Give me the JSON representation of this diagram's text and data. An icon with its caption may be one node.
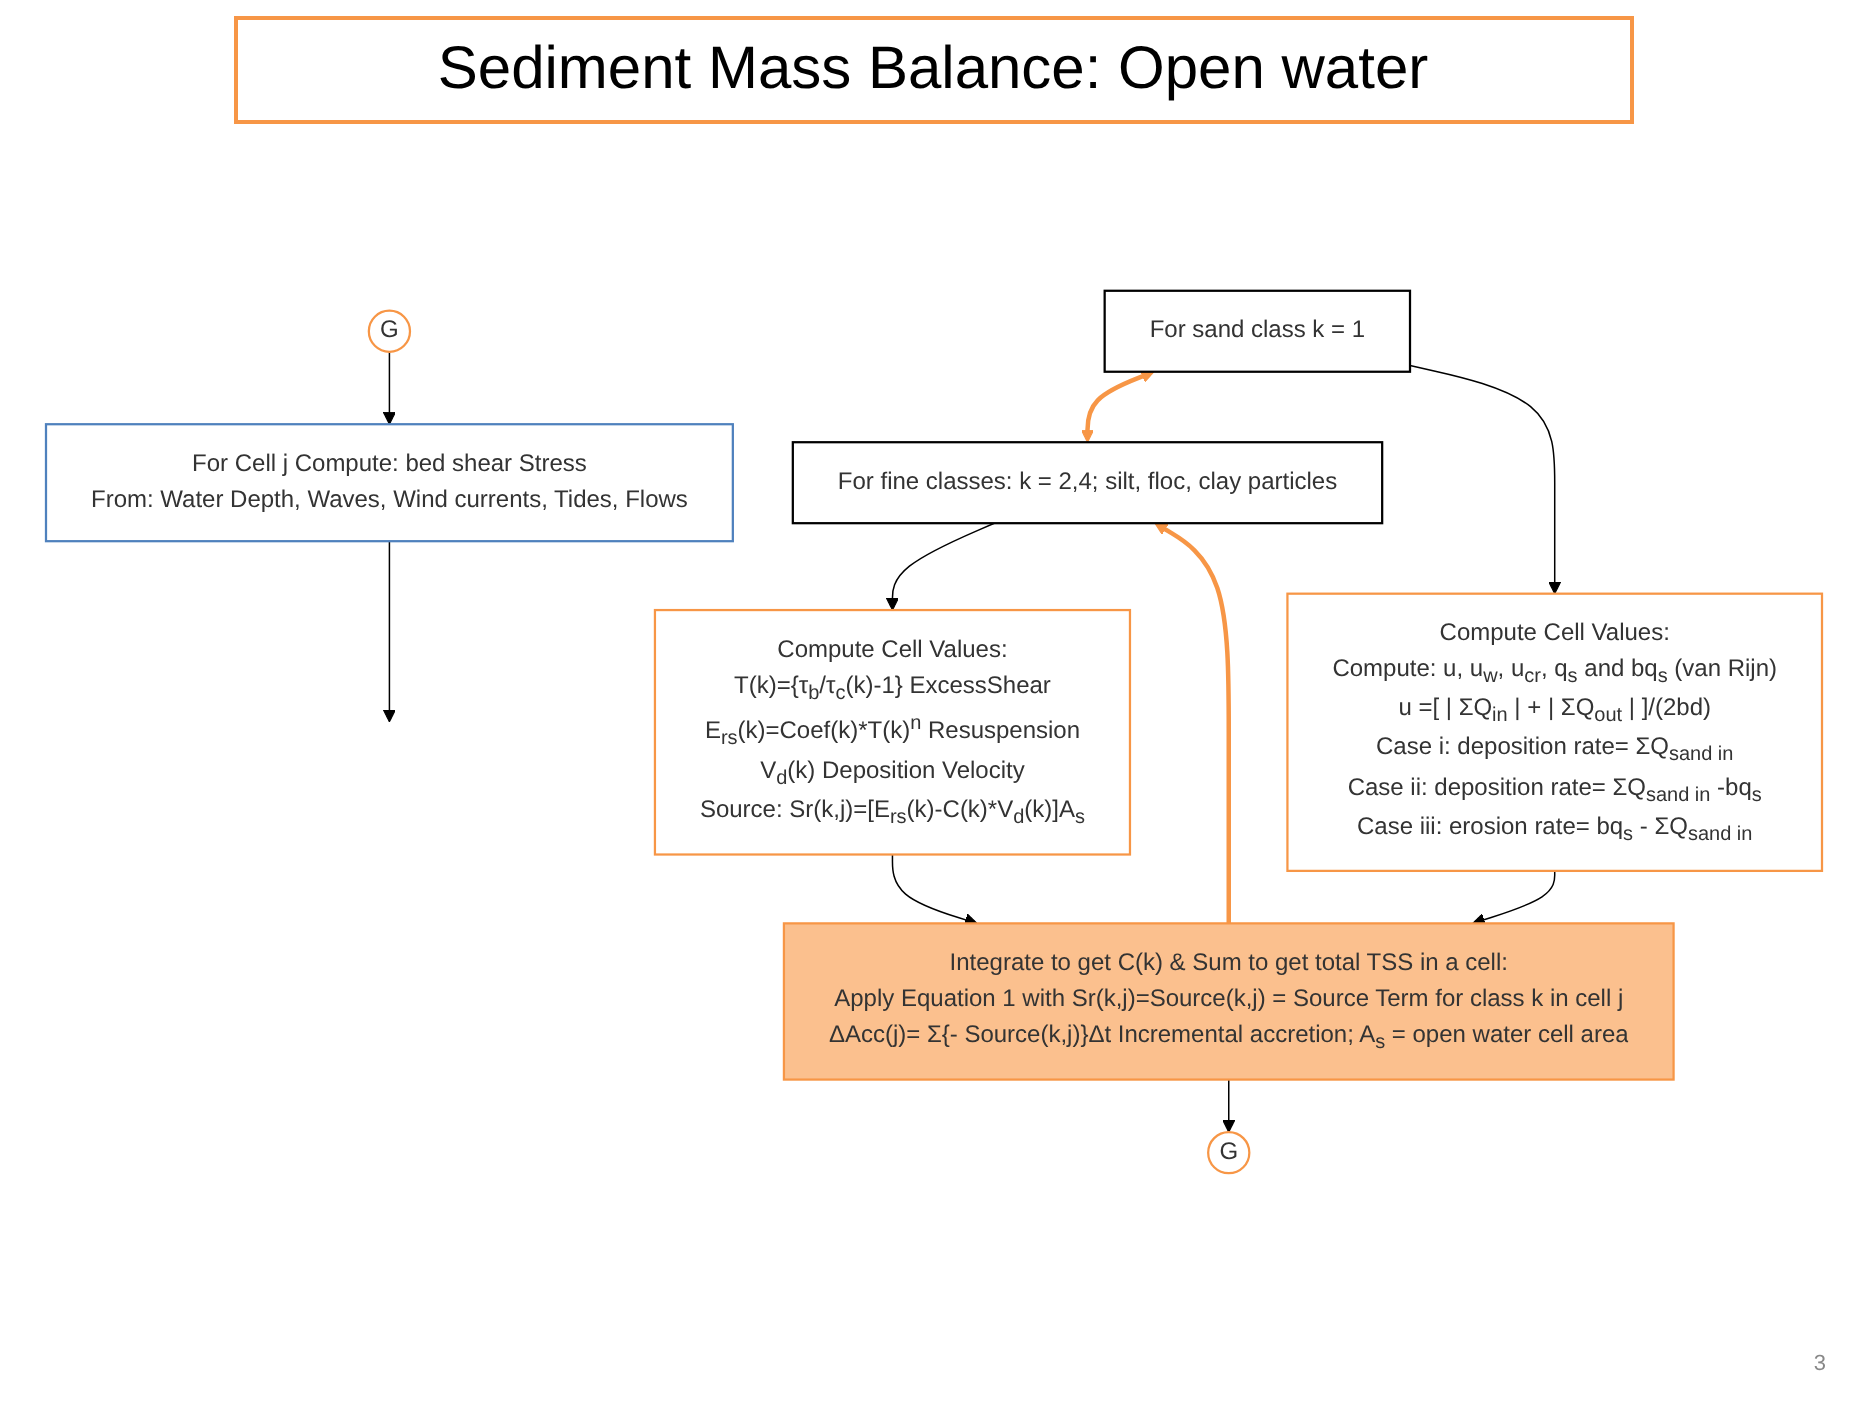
{
  "diagram": {
    "title": "Sediment Mass Balance: Open water",
    "nodes": [
      {
        "text": [
          "G"
        ]
      },
      {
        "text": [
          "For Cell j Compute: bed shear Stress",
          "From: Water Depth, Waves, Wind currents, Tides, Flows"
        ]
      },
      {
        "text": [
          "For sand class k = 1"
        ]
      },
      {
        "text": [
          "For fine classes: k = 2,4; silt, floc, clay particles"
        ]
      },
      {
        "text": [
          "Compute Cell Values:",
          "Compute: u, u$_{w}$, u$_{cr}$, q$_{s}$ and bq$_{s}$ (van Rijn)",
          "u =[ | ΣQ$_{in}$ | + | ΣQ$_{out}$ | ]/(2bd)",
          "Case i:  deposition rate= ΣQ$_{sand in}$",
          "Case ii:  deposition rate= ΣQ$_{sand in}$ -bq$_{s}$",
          "Case iii:  erosion rate= bq$_{s}$ - ΣQ$_{sand in}$"
        ]
      },
      {
        "text": [
          "Compute Cell Values:",
          "T(k)={τ$_{b}$/τ$_{c}$(k)-1} ExcessShear",
          "E$_{rs}$(k)=Coef(k)*T(k)$^{n}$  Resuspension",
          "V$_{d}$(k)  Deposition Velocity",
          "Source:  Sr(k,j)=[E$_{rs}$(k)-C(k)*V$_{d}$(k)]A$_{s}$"
        ]
      },
      {
        "text": [
          "Integrate to get C(k) & Sum to get total TSS in  a cell:",
          "Apply Equation 1 with Sr(k,j)=Source(k,j) = Source Term for class k in cell j",
          "ΔAcc(j)= Σ{- Source(k,j)}Δt  Incremental accretion; A$_{s}$ = open water cell area"
        ]
      },
      {
        "text": [
          "G"
        ]
      }
    ],
    "edges": [
      {
        "from": 0,
        "to": 1,
        "arrow": "to"
      },
      {
        "from": 1,
        "to": null,
        "arrow": "to"
      },
      {
        "from": 2,
        "to": 3,
        "arrow": "both",
        "style": "thick",
        "color": "#f79646"
      },
      {
        "from": 2,
        "to": 4,
        "arrow": "to"
      },
      {
        "from": 3,
        "to": 5,
        "arrow": "to"
      },
      {
        "from": 4,
        "to": 6,
        "arrow": "to"
      },
      {
        "from": 5,
        "to": 6,
        "arrow": "to"
      },
      {
        "from": 6,
        "to": 3,
        "arrow": "to",
        "style": "thick",
        "color": "#f79646"
      },
      {
        "from": 6,
        "to": 7,
        "arrow": "to"
      }
    ],
    "labels": [
      "3"
    ]
  }
}
